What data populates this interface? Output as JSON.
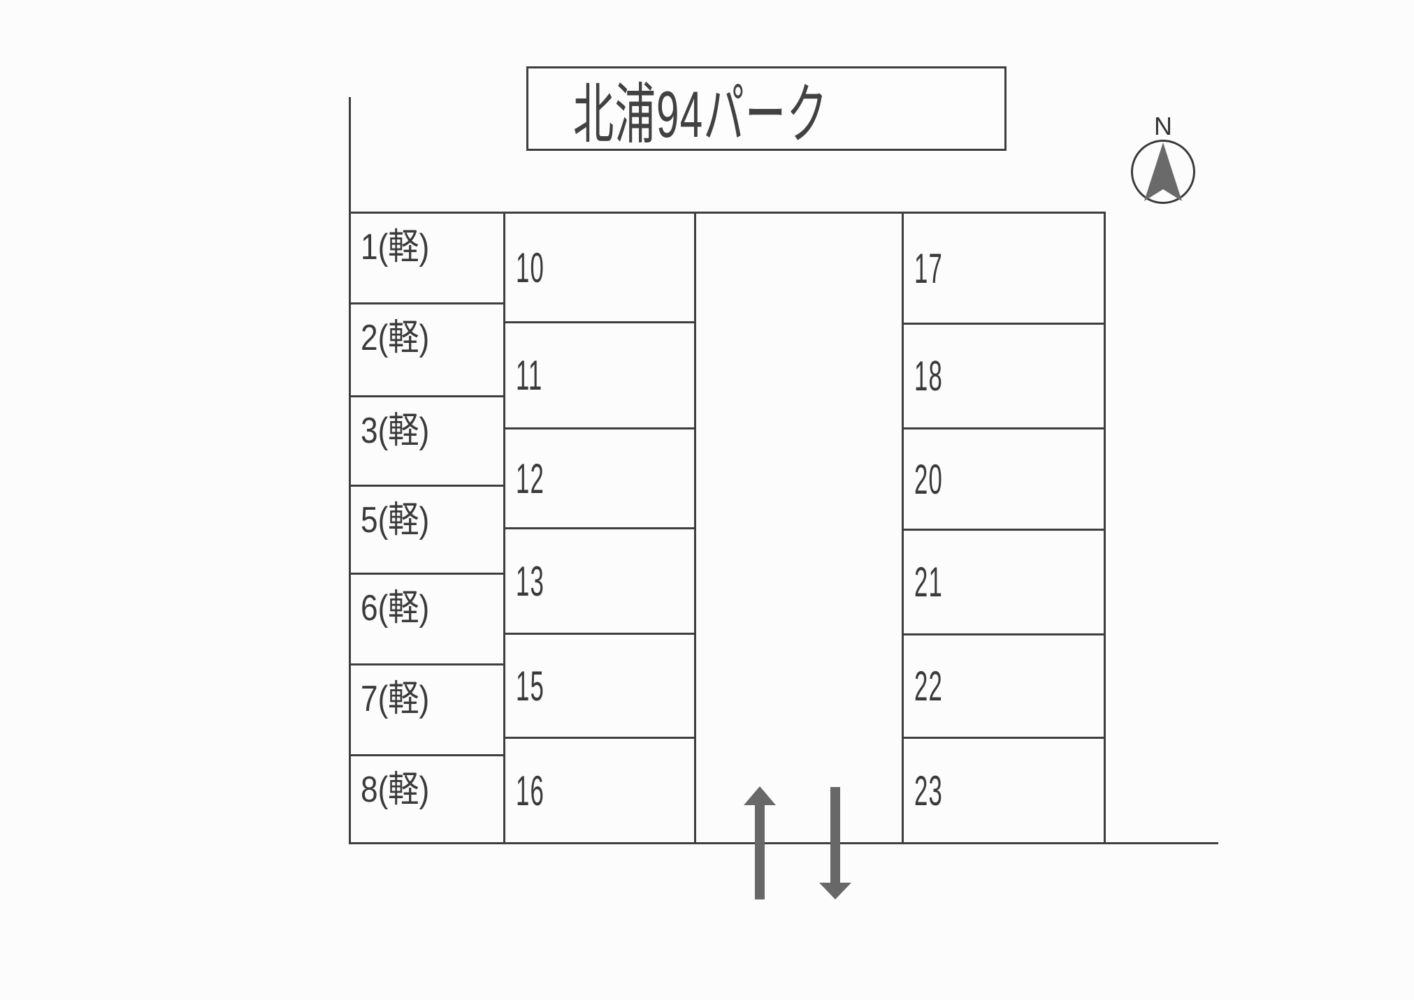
{
  "page": {
    "title": "北浦94パーク"
  },
  "compass": {
    "label": "N"
  },
  "parking": {
    "kei_column": [
      "1(軽)",
      "2(軽)",
      "3(軽)",
      "5(軽)",
      "6(軽)",
      "7(軽)",
      "8(軽)"
    ],
    "middle_column": [
      "10",
      "11",
      "12",
      "13",
      "15",
      "16"
    ],
    "right_column": [
      "17",
      "18",
      "20",
      "21",
      "22",
      "23"
    ]
  },
  "driveway": {
    "arrow_icons": [
      "arrow-up",
      "arrow-down"
    ]
  },
  "colors": {
    "ink": "#3a3a3a",
    "line": "#3e3e3e",
    "arrow_gray": "#686868",
    "paper": "#fcfcfc"
  }
}
